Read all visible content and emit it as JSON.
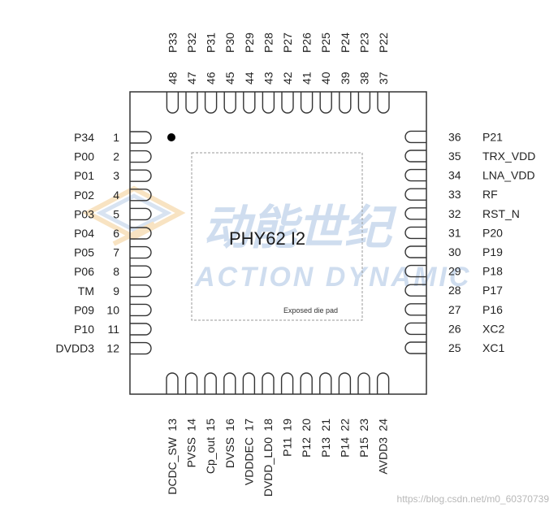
{
  "chip": {
    "name": "PHY62 I2",
    "pad_label": "Exposed die pad"
  },
  "pins": {
    "left": [
      {
        "num": "1",
        "label": "P34"
      },
      {
        "num": "2",
        "label": "P00"
      },
      {
        "num": "3",
        "label": "P01"
      },
      {
        "num": "4",
        "label": "P02"
      },
      {
        "num": "5",
        "label": "P03"
      },
      {
        "num": "6",
        "label": "P04"
      },
      {
        "num": "7",
        "label": "P05"
      },
      {
        "num": "8",
        "label": "P06"
      },
      {
        "num": "9",
        "label": "TM"
      },
      {
        "num": "10",
        "label": "P09"
      },
      {
        "num": "11",
        "label": "P10"
      },
      {
        "num": "12",
        "label": "DVDD3"
      }
    ],
    "bottom": [
      {
        "num": "13",
        "label": "DCDC_SW"
      },
      {
        "num": "14",
        "label": "PVSS"
      },
      {
        "num": "15",
        "label": "Cp_out"
      },
      {
        "num": "16",
        "label": "DVSS"
      },
      {
        "num": "17",
        "label": "VDDDEC"
      },
      {
        "num": "18",
        "label": "DVDD_LD0"
      },
      {
        "num": "19",
        "label": "P11"
      },
      {
        "num": "20",
        "label": "P12"
      },
      {
        "num": "21",
        "label": "P13"
      },
      {
        "num": "22",
        "label": "P14"
      },
      {
        "num": "23",
        "label": "P15"
      },
      {
        "num": "24",
        "label": "AVDD3"
      }
    ],
    "right": [
      {
        "num": "25",
        "label": "XC1"
      },
      {
        "num": "26",
        "label": "XC2"
      },
      {
        "num": "27",
        "label": "P16"
      },
      {
        "num": "28",
        "label": "P17"
      },
      {
        "num": "29",
        "label": "P18"
      },
      {
        "num": "30",
        "label": "P19"
      },
      {
        "num": "31",
        "label": "P20"
      },
      {
        "num": "32",
        "label": "RST_N"
      },
      {
        "num": "33",
        "label": "RF"
      },
      {
        "num": "34",
        "label": "LNA_VDD"
      },
      {
        "num": "35",
        "label": "TRX_VDD"
      },
      {
        "num": "36",
        "label": "P21"
      }
    ],
    "top": [
      {
        "num": "37",
        "label": "P22"
      },
      {
        "num": "38",
        "label": "P23"
      },
      {
        "num": "39",
        "label": "P24"
      },
      {
        "num": "40",
        "label": "P25"
      },
      {
        "num": "41",
        "label": "P26"
      },
      {
        "num": "42",
        "label": "P27"
      },
      {
        "num": "43",
        "label": "P28"
      },
      {
        "num": "44",
        "label": "P29"
      },
      {
        "num": "45",
        "label": "P30"
      },
      {
        "num": "46",
        "label": "P31"
      },
      {
        "num": "47",
        "label": "P32"
      },
      {
        "num": "48",
        "label": "P33"
      }
    ]
  },
  "watermark": {
    "cn": "动能世纪",
    "en": "ACTION DYNAMIC",
    "url": "https://blog.csdn.net/m0_60370739"
  },
  "colors": {
    "outline": "#333333",
    "pad_dashed": "#9a9a9a",
    "watermark": "#a9c3e2"
  }
}
